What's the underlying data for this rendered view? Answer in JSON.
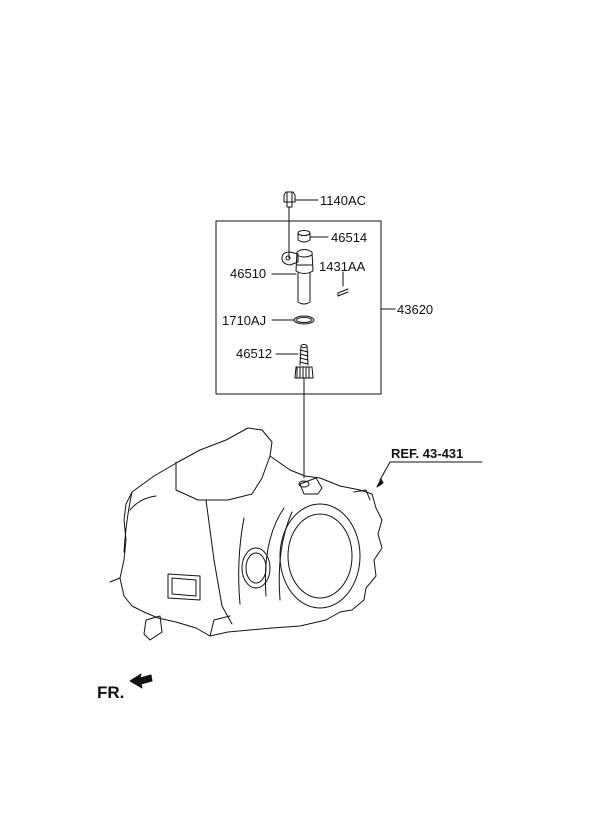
{
  "parts": {
    "bolt": "1140AC",
    "cap": "46514",
    "pin": "1431AA",
    "sensor": "46510",
    "assembly": "43620",
    "oring": "1710AJ",
    "gear": "46512"
  },
  "reference": "REF. 43-431",
  "direction": "FR.",
  "colors": {
    "line": "#111111",
    "background": "#ffffff"
  }
}
